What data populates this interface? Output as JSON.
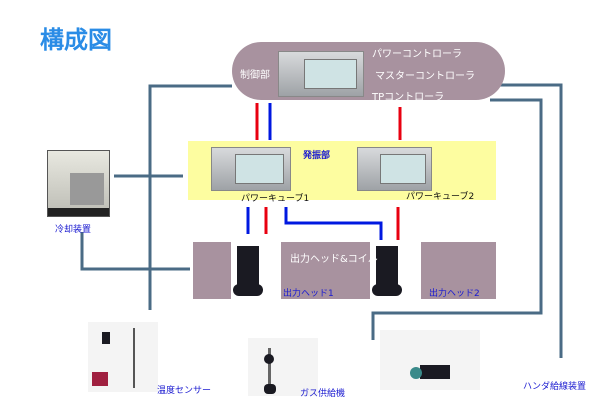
{
  "title": "構成図",
  "control": {
    "label": "制御部",
    "items": [
      "パワーコントローラ",
      "マスターコントローラ",
      "TPコントローラ"
    ]
  },
  "oscillator": {
    "label": "発振部",
    "cube1": "パワーキューブ1",
    "cube2": "パワーキューブ2"
  },
  "heads": {
    "label": "出力ヘッド&コイル",
    "head1": "出力ヘッド1",
    "head2": "出力ヘッド2"
  },
  "cooling": "冷却装置",
  "temp_sensor": "温度センサー",
  "gas": "ガス供給機",
  "solder": "ハンダ給線装置",
  "colors": {
    "line": "#4a6b85",
    "red": "#e80010",
    "blue": "#0018e0",
    "pill": "#a8929f",
    "yellow": "#fdfda0"
  }
}
